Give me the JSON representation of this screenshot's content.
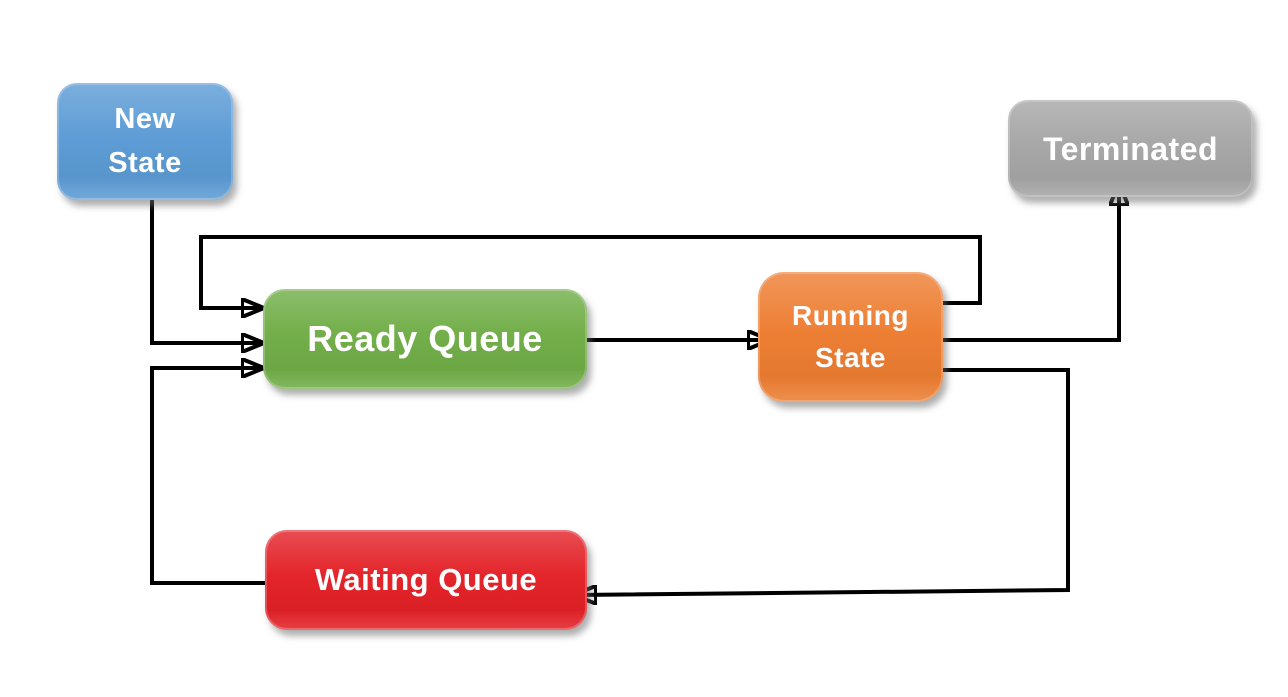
{
  "diagram": {
    "type": "state-diagram",
    "background": "#FFFFFF",
    "edge_color": "#000000"
  },
  "nodes": [
    {
      "id": "new-state",
      "label": "New\nState",
      "color": "#5B9BD5"
    },
    {
      "id": "ready-queue",
      "label": "Ready Queue",
      "color": "#70AD47"
    },
    {
      "id": "running-state",
      "label": "Running\nState",
      "color": "#ED7D31"
    },
    {
      "id": "waiting-queue",
      "label": "Waiting Queue",
      "color": "#E32127"
    },
    {
      "id": "terminated",
      "label": "Terminated",
      "color": "#A6A6A6"
    }
  ],
  "edges": [
    {
      "from": "new-state",
      "to": "ready-queue"
    },
    {
      "from": "running-state",
      "to": "ready-queue"
    },
    {
      "from": "ready-queue",
      "to": "running-state"
    },
    {
      "from": "running-state",
      "to": "terminated"
    },
    {
      "from": "running-state",
      "to": "waiting-queue"
    },
    {
      "from": "waiting-queue",
      "to": "ready-queue"
    }
  ]
}
